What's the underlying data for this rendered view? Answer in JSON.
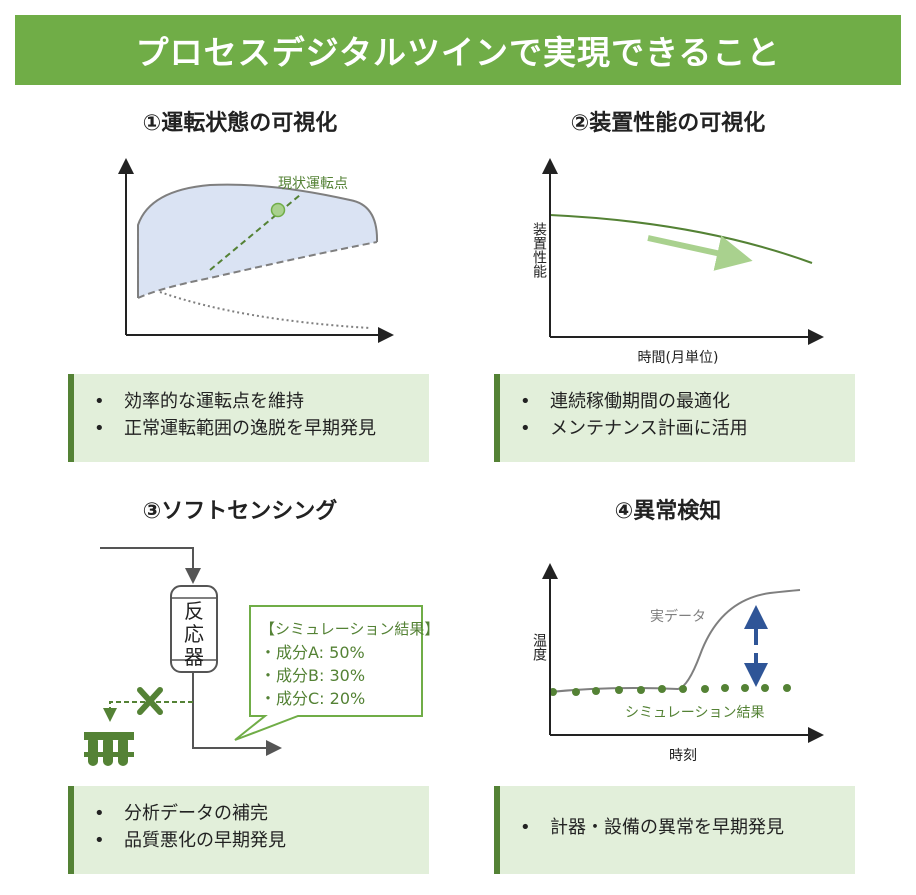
{
  "header": {
    "title": "プロセスデジタルツインで実現できること"
  },
  "sections": [
    {
      "title": "①運転状態の可視化",
      "diagram": {
        "annotation": "現状運転点"
      },
      "bullets": [
        "効率的な運転点を維持",
        "正常運転範囲の逸脱を早期発見"
      ]
    },
    {
      "title": "②装置性能の可視化",
      "diagram": {
        "ylabel": "装置性能",
        "xlabel": "時間(月単位)"
      },
      "bullets": [
        "連続稼働期間の最適化",
        "メンテナンス計画に活用"
      ]
    },
    {
      "title": "③ソフトセンシング",
      "diagram": {
        "reactor_label": [
          "反",
          "応",
          "器"
        ],
        "callout_title": "【シミュレーション結果】",
        "callout_items": [
          "・成分A: 50%",
          "・成分B: 30%",
          "・成分C: 20%"
        ]
      },
      "bullets": [
        "分析データの補完",
        "品質悪化の早期発見"
      ]
    },
    {
      "title": "④異常検知",
      "diagram": {
        "ylabel": "温度",
        "xlabel": "時刻",
        "series_actual": "実データ",
        "series_sim": "シミュレーション結果"
      },
      "bullets": [
        "計器・設備の異常を早期発見"
      ]
    }
  ],
  "colors": {
    "accent": "#70AD47",
    "dark_green": "#548235",
    "panel_bg": "#E2EFDA",
    "region_fill": "#DAE3F3",
    "arrow_blue": "#2F5597"
  }
}
